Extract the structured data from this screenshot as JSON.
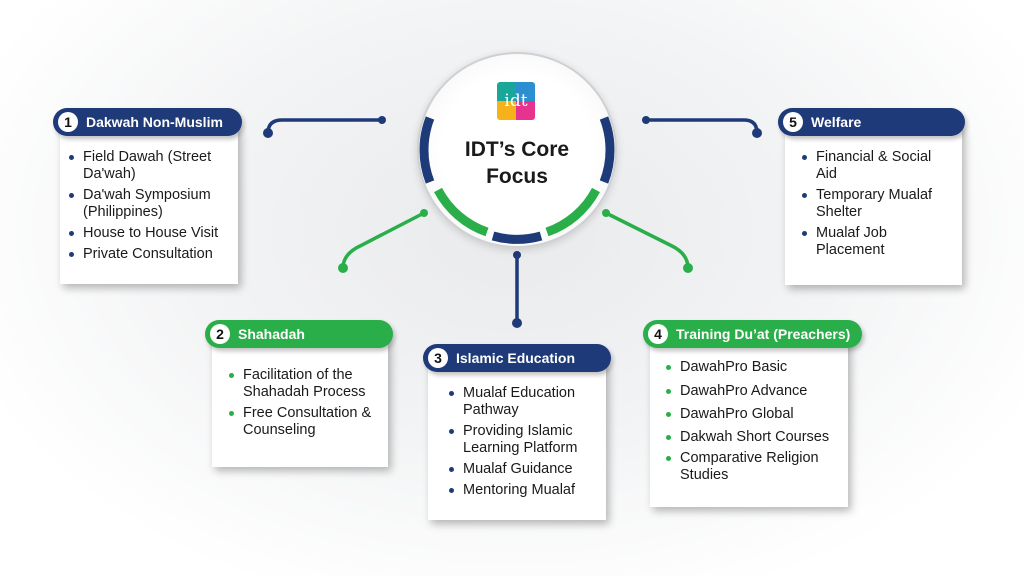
{
  "center": {
    "logo_text": "idt",
    "title_line1": "IDT’s Core",
    "title_line2": "Focus"
  },
  "colors": {
    "navy": "#1f3a78",
    "green": "#2aae49"
  },
  "cards": [
    {
      "num": "1",
      "title": "Dakwah Non-Muslim",
      "items": [
        "Field Dawah (Street Da'wah)",
        "Da'wah Symposium (Philippines)",
        "House to House Visit",
        "Private Consultation"
      ]
    },
    {
      "num": "2",
      "title": "Shahadah",
      "items": [
        "Facilitation of the Shahadah Process",
        "Free Consultation & Counseling"
      ]
    },
    {
      "num": "3",
      "title": "Islamic Education",
      "items": [
        "Mualaf Education Pathway",
        "Providing Islamic Learning Platform",
        "Mualaf Guidance",
        "Mentoring Mualaf"
      ]
    },
    {
      "num": "4",
      "title": "Training Du’at (Preachers)",
      "items": [
        "DawahPro Basic",
        "DawahPro Advance",
        "DawahPro Global",
        "Dakwah Short Courses",
        "Comparative Religion Studies"
      ]
    },
    {
      "num": "5",
      "title": "Welfare",
      "items": [
        "Financial & Social Aid",
        "Temporary Mualaf Shelter",
        "Mualaf Job Placement"
      ]
    }
  ]
}
